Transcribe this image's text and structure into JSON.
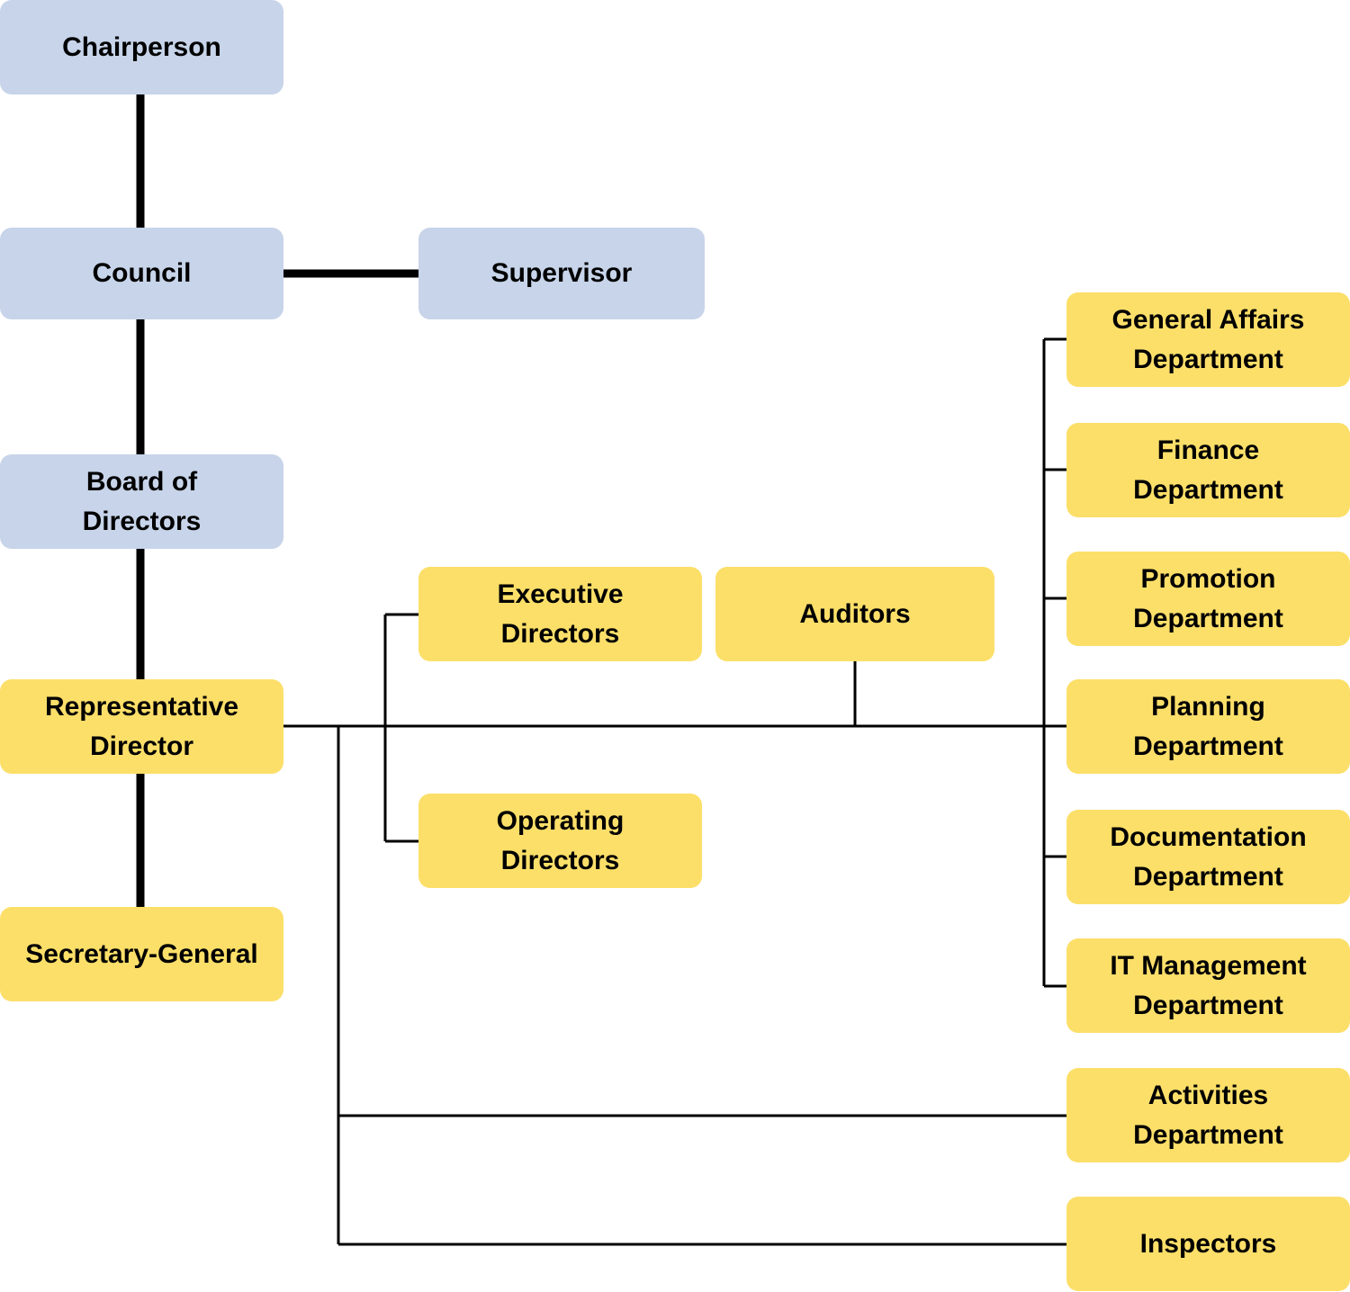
{
  "colors": {
    "blue_box": "#c7d4e9",
    "yellow_box": "#fcdf69",
    "line": "#000000"
  },
  "nodes": {
    "chairperson": {
      "label": "Chairperson"
    },
    "council": {
      "label": "Council"
    },
    "supervisor": {
      "label": "Supervisor"
    },
    "board_of_directors": {
      "label": "Board of\nDirectors"
    },
    "representative_director": {
      "label": "Representative\nDirector"
    },
    "secretary_general": {
      "label": "Secretary-General"
    },
    "executive_directors": {
      "label": "Executive\nDirectors"
    },
    "auditors": {
      "label": "Auditors"
    },
    "operating_directors": {
      "label": "Operating\nDirectors"
    },
    "general_affairs": {
      "label": "General Affairs\nDepartment"
    },
    "finance": {
      "label": "Finance\nDepartment"
    },
    "promotion": {
      "label": "Promotion\nDepartment"
    },
    "planning": {
      "label": "Planning\nDepartment"
    },
    "documentation": {
      "label": "Documentation\nDepartment"
    },
    "it_management": {
      "label": "IT Management\nDepartment"
    },
    "activities": {
      "label": "Activities\nDepartment"
    },
    "inspectors": {
      "label": "Inspectors"
    }
  }
}
